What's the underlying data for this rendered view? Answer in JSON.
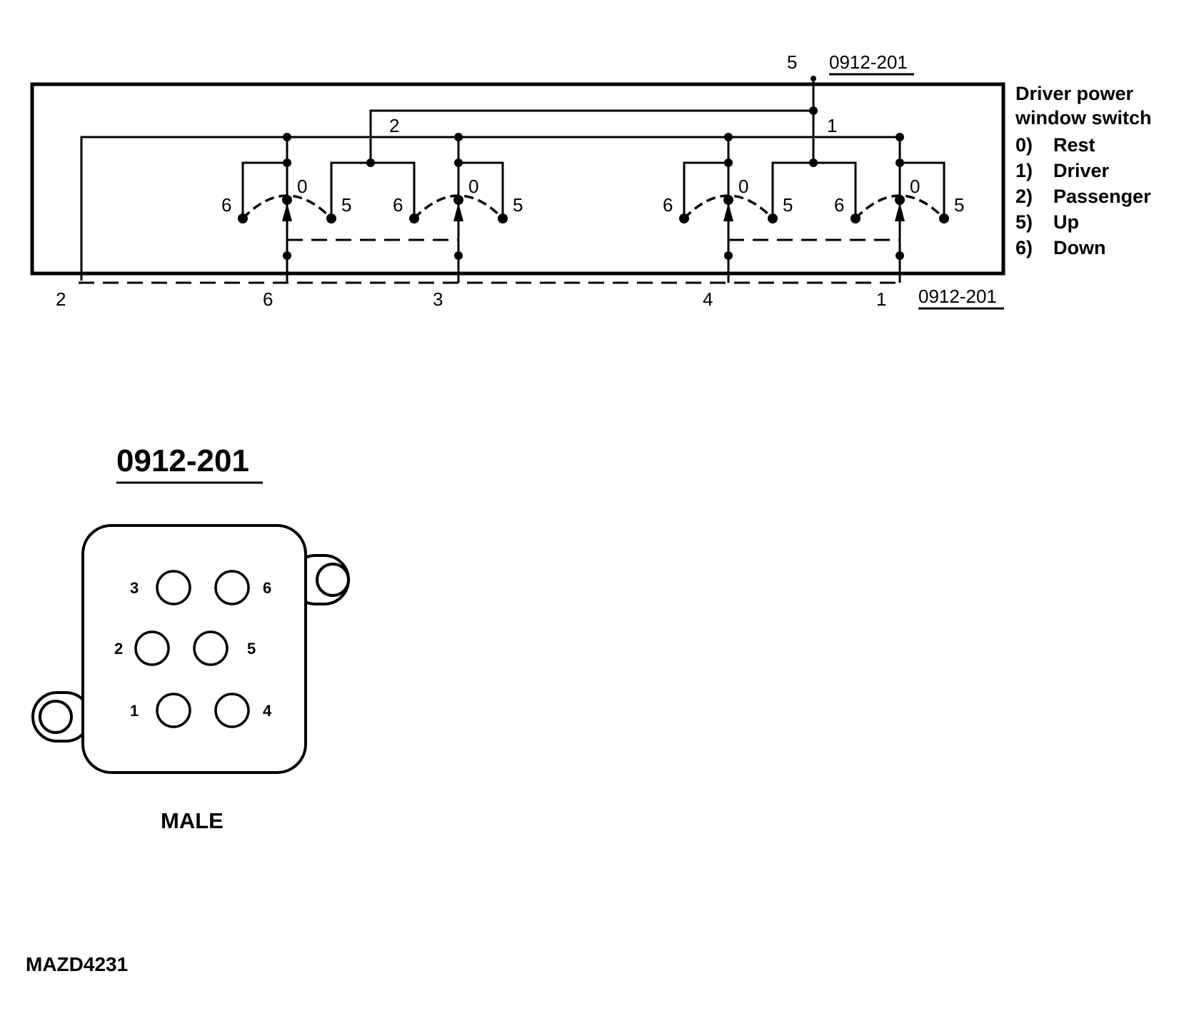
{
  "schematic": {
    "top_connector_pin": "5",
    "top_connector_id": "0912-201",
    "bottom_connector_id": "0912-201",
    "internal_wire_2": "2",
    "internal_wire_1": "1",
    "bottom_pins": [
      "2",
      "6",
      "3",
      "4",
      "1"
    ],
    "switch_pos_rest": "0",
    "switch_pos_up": "5",
    "switch_pos_down": "6"
  },
  "legend": {
    "title_line1": "Driver power",
    "title_line2": "window switch",
    "items": [
      {
        "code": "0)",
        "label": "Rest"
      },
      {
        "code": "1)",
        "label": "Driver"
      },
      {
        "code": "2)",
        "label": "Passenger"
      },
      {
        "code": "5)",
        "label": "Up"
      },
      {
        "code": "6)",
        "label": "Down"
      }
    ]
  },
  "connector": {
    "title": "0912-201",
    "gender": "MALE",
    "pins": [
      "3",
      "6",
      "2",
      "5",
      "1",
      "4"
    ]
  },
  "figure_code": "MAZD4231"
}
